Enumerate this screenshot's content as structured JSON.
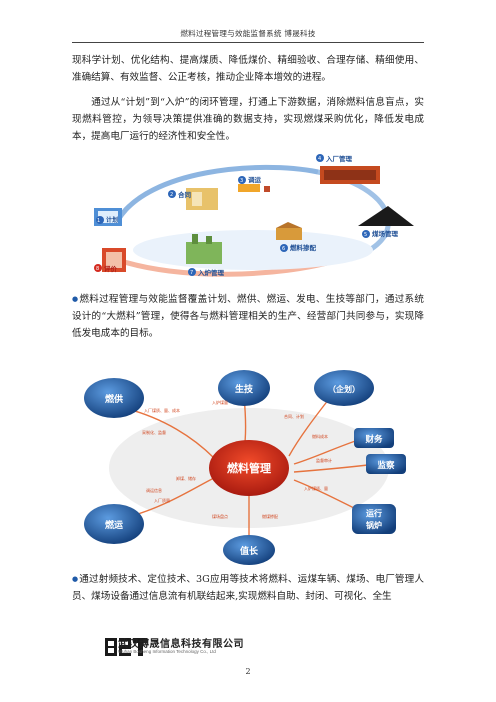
{
  "header": {
    "title": "燃料过程管理与效能监督系统    博晟科技"
  },
  "paragraphs": {
    "p1": "现科学计划、优化结构、提高煤质、降低煤价、精细验收、合理存储、精细使用、准确结算、有效监督、公正考核，推动企业降本增效的进程。",
    "p2": "通过从“计划”到“入炉”的闭环管理，打通上下游数据，消除燃料信息盲点，实现燃料管控，为领导决策提供准确的数据支持，实现燃煤采购优化，降低发电成本，提高电厂运行的经济性和安全性。",
    "p3": "燃料过程管理与效能监督覆盖计划、燃供、燃运、发电、生技等部门，通过系统设计的“大燃料”管理，使得各与燃料管理相关的生产、经营部门共同参与，实现降低发电成本的目标。",
    "p4": "通过射频技术、定位技术、3G应用等技术将燃料、运煤车辆、煤场、电厂管理人员、煤场设备通过信息流有机联结起来,实现燃料自助、封闭、可视化、全生"
  },
  "cycle": {
    "steps": [
      {
        "num": "1",
        "label": "计划"
      },
      {
        "num": "2",
        "label": "合同"
      },
      {
        "num": "3",
        "label": "调运"
      },
      {
        "num": "4",
        "label": "入厂管理"
      },
      {
        "num": "5",
        "label": "煤场管理"
      },
      {
        "num": "6",
        "label": "燃料掺配"
      },
      {
        "num": "7",
        "label": "入炉管理"
      },
      {
        "num": "8",
        "label": "评价"
      }
    ]
  },
  "hub": {
    "center": "燃料管理",
    "nodes": {
      "shengji": "生技",
      "qihua": "（企划）",
      "caiwu": "财务",
      "jiancha": "监察",
      "yunxing": "运行\n锅炉",
      "zhizhang": "值长",
      "ranyun": "燃运",
      "rangong": "燃供"
    },
    "notes": {
      "n1": "入厂煤质、量、成本",
      "n2": "采制化、监督",
      "n3": "合同、计划",
      "n4": "燃料成本",
      "n5": "监督审计",
      "n6": "入炉煤质、量",
      "n7": "燃煤掺配",
      "n8": "煤场盘点",
      "n9": "调运信息",
      "n10": "入厂质量",
      "n11": "卸煤、储存",
      "n12": "入炉煤量"
    }
  },
  "footer": {
    "logo_text": "BST",
    "company_cn": "武汉博晟信息科技有限公司",
    "company_en": "Wuhan Bosheng Information Technology Co., Ltd",
    "page_number": "2"
  },
  "colors": {
    "accent_blue": "#1f5aa8",
    "orange": "#e6662c",
    "red": "#d42a1f",
    "green": "#6ab04c"
  }
}
